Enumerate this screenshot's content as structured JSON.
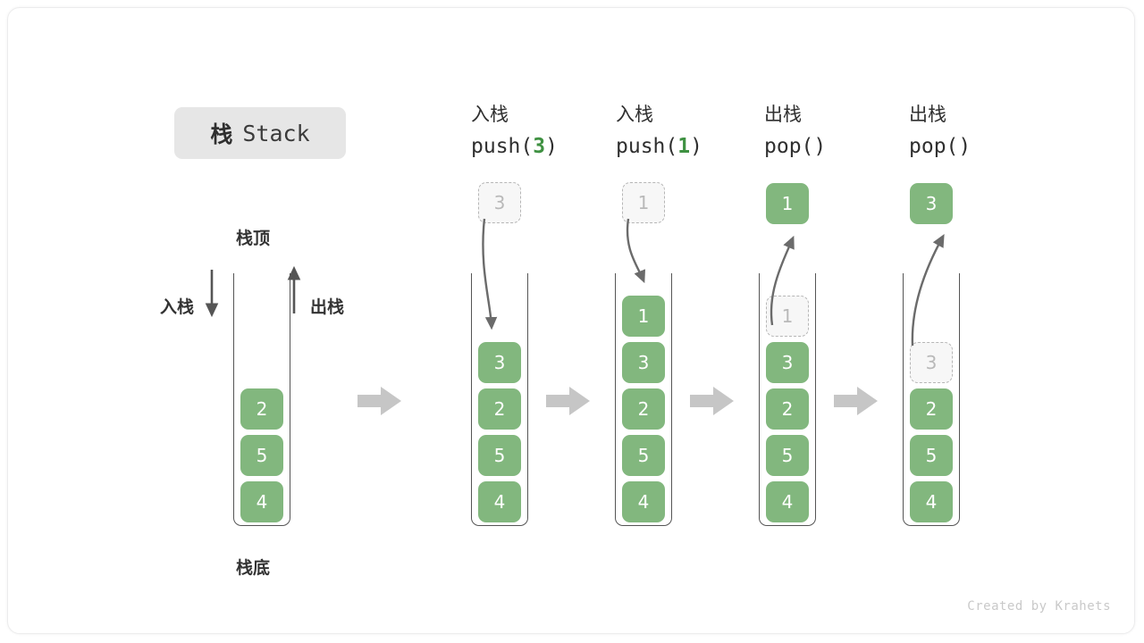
{
  "title": {
    "cn": "栈",
    "en": "Stack"
  },
  "labels": {
    "top": "栈顶",
    "bottom": "栈底",
    "push": "入栈",
    "pop": "出栈"
  },
  "colors": {
    "cell_fill": "#82b77e",
    "cell_text": "#ffffff",
    "ghost_fill": "#f7f7f7",
    "ghost_border": "#b6b6b6",
    "ghost_text": "#b9b9b9",
    "accent_green": "#3f9142",
    "container_stroke": "#555555",
    "flow_arrow": "#c6c6c6",
    "curve_arrow": "#6b6b6b",
    "badge_bg": "#e6e6e6"
  },
  "stages": [
    {
      "id": "initial",
      "head_op": "",
      "head_code": "",
      "head_code_num": "",
      "cells": [
        "2",
        "5",
        "4"
      ],
      "ghost_index": -1,
      "floating": null,
      "floating_kind": "none"
    },
    {
      "id": "push-3",
      "head_op": "入栈",
      "head_code_prefix": "push(",
      "head_code_num": "3",
      "head_code_suffix": ")",
      "cells": [
        "3",
        "2",
        "5",
        "4"
      ],
      "ghost_index": -1,
      "floating": "3",
      "floating_kind": "ghost"
    },
    {
      "id": "push-1",
      "head_op": "入栈",
      "head_code_prefix": "push(",
      "head_code_num": "1",
      "head_code_suffix": ")",
      "cells": [
        "1",
        "3",
        "2",
        "5",
        "4"
      ],
      "ghost_index": -1,
      "floating": "1",
      "floating_kind": "ghost"
    },
    {
      "id": "pop-1",
      "head_op": "出栈",
      "head_code_prefix": "pop(",
      "head_code_num": "",
      "head_code_suffix": ")",
      "cells": [
        "1",
        "3",
        "2",
        "5",
        "4"
      ],
      "ghost_index": 0,
      "floating": "1",
      "floating_kind": "filled"
    },
    {
      "id": "pop-3",
      "head_op": "出栈",
      "head_code_prefix": "pop(",
      "head_code_num": "",
      "head_code_suffix": ")",
      "cells": [
        "3",
        "2",
        "5",
        "4"
      ],
      "ghost_index": 0,
      "floating": "3",
      "floating_kind": "filled"
    }
  ],
  "credit": "Created by Krahets"
}
